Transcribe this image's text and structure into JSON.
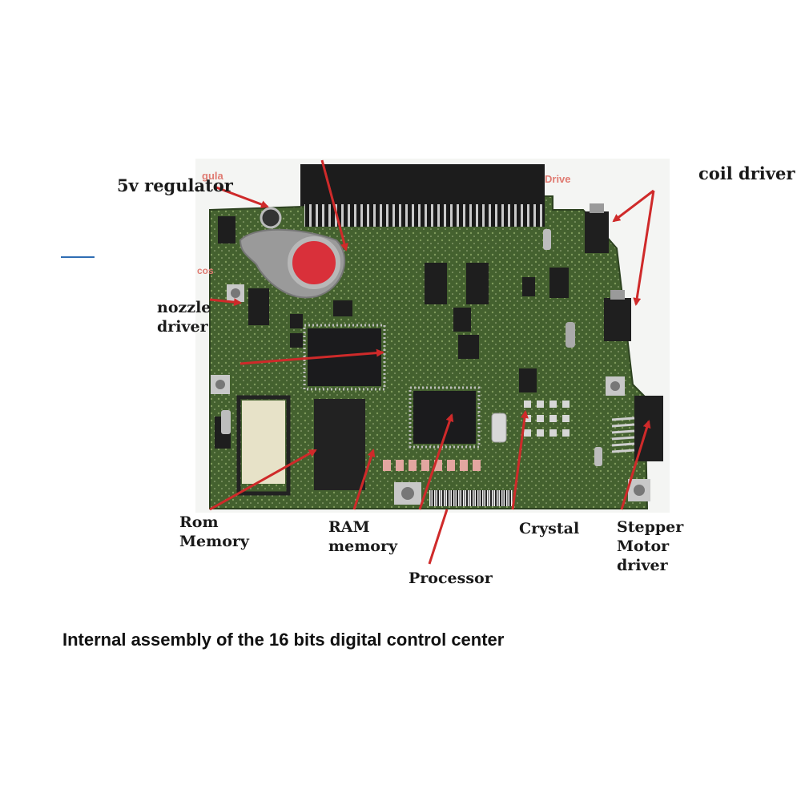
{
  "labels": {
    "regulator": "5v regulator",
    "coil_driver": "coil driver",
    "nozzle_driver_line1": "nozzle",
    "nozzle_driver_line2": "driver",
    "rom_line1": "Rom",
    "rom_line2": "Memory",
    "ram_line1": "RAM",
    "ram_line2": "memory",
    "processor": "Processor",
    "crystal": "Crystal",
    "stepper_line1": "Stepper",
    "stepper_line2": "Motor",
    "stepper_line3": "driver"
  },
  "pcb_faint_text": {
    "regulator_fragment": "gula",
    "driver_fragment": "Drive",
    "cos_fragment": "cos"
  },
  "caption": "Internal assembly of the 16 bits digital control center",
  "colors": {
    "pcb_green": "#3f5a2c",
    "arrow_red": "#cf2a2a",
    "accent_blue": "#2f6db3"
  }
}
